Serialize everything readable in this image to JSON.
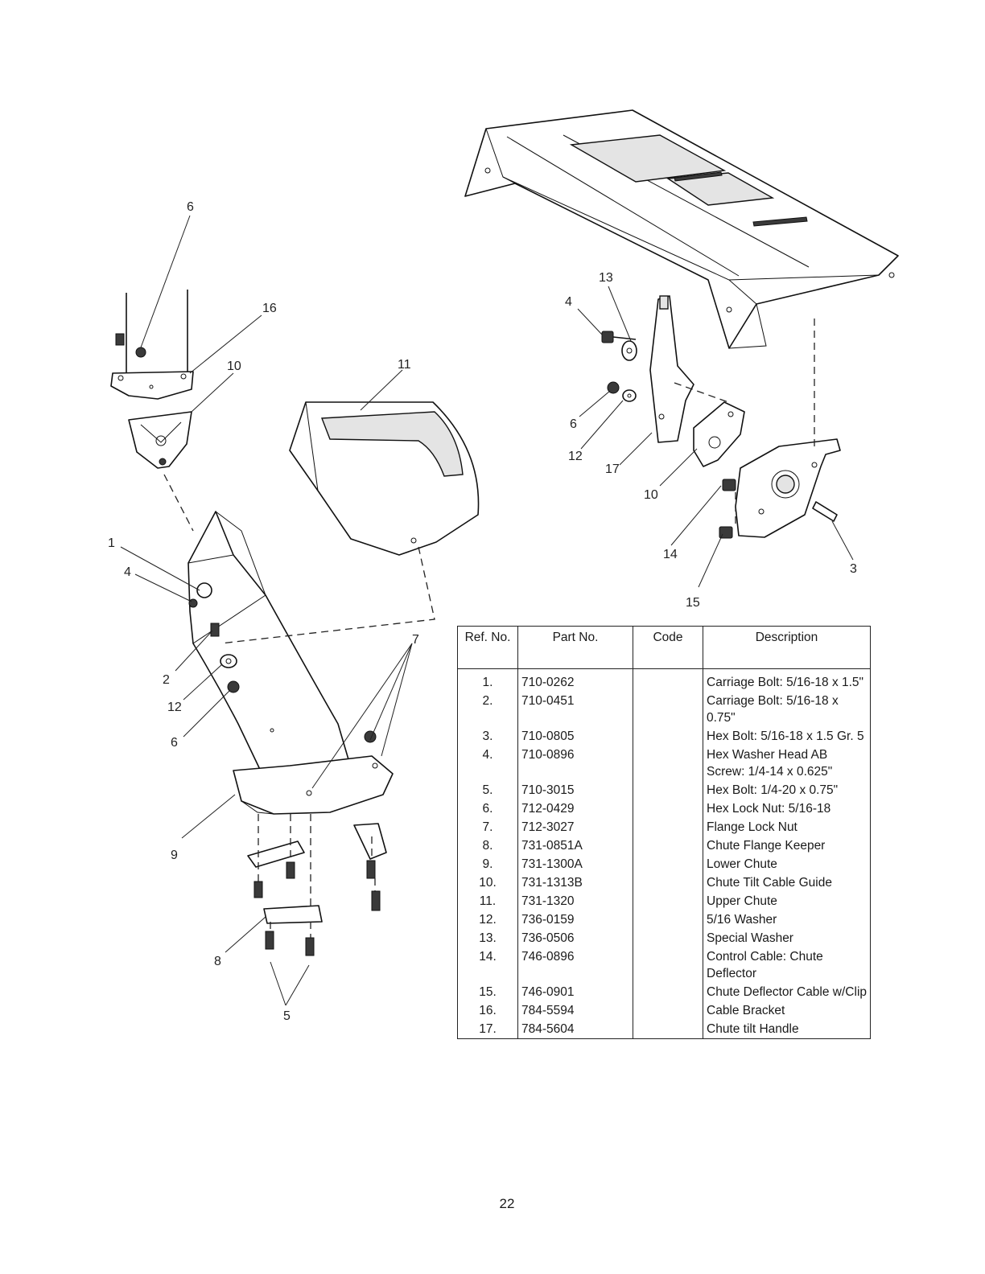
{
  "callouts": {
    "c1": "1",
    "c2": "2",
    "c3": "3",
    "c4a": "4",
    "c4b": "4",
    "c5": "5",
    "c6a": "6",
    "c6b": "6",
    "c6c": "6",
    "c7": "7",
    "c8": "8",
    "c9": "9",
    "c10a": "10",
    "c10b": "10",
    "c11": "11",
    "c12a": "12",
    "c12b": "12",
    "c13": "13",
    "c14": "14",
    "c15": "15",
    "c16": "16",
    "c17": "17"
  },
  "table": {
    "headers": {
      "ref": "Ref. No.",
      "part": "Part No.",
      "code": "Code",
      "desc": "Description"
    },
    "rows": [
      {
        "ref": "1.",
        "part": "710-0262",
        "code": "",
        "desc": "Carriage Bolt: 5/16-18 x 1.5\""
      },
      {
        "ref": "2.",
        "part": "710-0451",
        "code": "",
        "desc": "Carriage Bolt: 5/16-18 x 0.75\""
      },
      {
        "ref": "3.",
        "part": "710-0805",
        "code": "",
        "desc": "Hex Bolt: 5/16-18 x 1.5 Gr. 5"
      },
      {
        "ref": "4.",
        "part": "710-0896",
        "code": "",
        "desc": "Hex Washer Head AB Screw: 1/4-14 x 0.625\""
      },
      {
        "ref": "5.",
        "part": "710-3015",
        "code": "",
        "desc": "Hex Bolt: 1/4-20 x 0.75\""
      },
      {
        "ref": "6.",
        "part": "712-0429",
        "code": "",
        "desc": "Hex Lock Nut: 5/16-18"
      },
      {
        "ref": "7.",
        "part": "712-3027",
        "code": "",
        "desc": "Flange Lock Nut"
      },
      {
        "ref": "8.",
        "part": "731-0851A",
        "code": "",
        "desc": "Chute Flange Keeper"
      },
      {
        "ref": "9.",
        "part": "731-1300A",
        "code": "",
        "desc": "Lower Chute"
      },
      {
        "ref": "10.",
        "part": "731-1313B",
        "code": "",
        "desc": "Chute Tilt Cable Guide"
      },
      {
        "ref": "11.",
        "part": "731-1320",
        "code": "",
        "desc": "Upper Chute"
      },
      {
        "ref": "12.",
        "part": "736-0159",
        "code": "",
        "desc": "5/16 Washer"
      },
      {
        "ref": "13.",
        "part": "736-0506",
        "code": "",
        "desc": "Special Washer"
      },
      {
        "ref": "14.",
        "part": "746-0896",
        "code": "",
        "desc": "Control Cable: Chute Deflector"
      },
      {
        "ref": "15.",
        "part": "746-0901",
        "code": "",
        "desc": "Chute Deflector Cable w/Clip"
      },
      {
        "ref": "16.",
        "part": "784-5594",
        "code": "",
        "desc": "Cable Bracket"
      },
      {
        "ref": "17.",
        "part": "784-5604",
        "code": "",
        "desc": "Chute tilt Handle"
      }
    ]
  },
  "page_number": "22"
}
